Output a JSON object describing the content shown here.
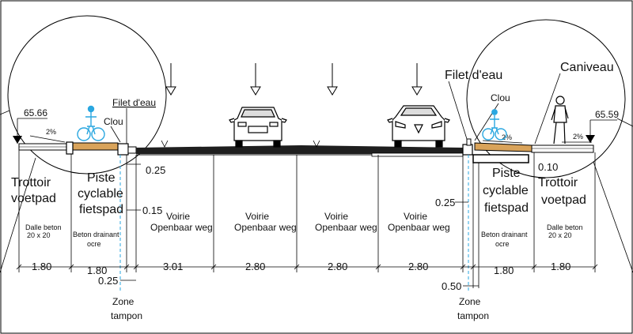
{
  "labels": {
    "elev_left": "65.66",
    "elev_right": "65.59",
    "slope_left_sidewalk": "2%",
    "slope_right_bike": "2%",
    "slope_right_sidewalk": "2%",
    "filet_eau_left": "Filet d'eau",
    "filet_eau_right": "Filet d'eau",
    "clou_left": "Clou",
    "clou_right": "Clou",
    "caniveau": "Caniveau",
    "trottoir_left_1": "Trottoir",
    "trottoir_left_2": "voetpad",
    "piste_left_1": "Piste",
    "piste_left_2": "cyclable",
    "piste_left_3": "fietspad",
    "piste_right_1": "Piste",
    "piste_right_2": "cyclable",
    "piste_right_3": "fietspad",
    "trottoir_right_1": "Trottoir",
    "trottoir_right_2": "voetpad",
    "dalle_left_1": "Dalle beton",
    "dalle_left_2": "20 x  20",
    "dalle_right_1": "Dalle beton",
    "dalle_right_2": "20 x  20",
    "beton_left_1": "Beton drainant",
    "beton_left_2": "ocre",
    "beton_right_1": "Beton drainant",
    "beton_right_2": "ocre",
    "voirie_1a": "Voirie",
    "voirie_1b": "Openbaar weg",
    "voirie_2a": "Voirie",
    "voirie_2b": "Openbaar weg",
    "voirie_3a": "Voirie",
    "voirie_3b": "Openbaar weg",
    "voirie_4a": "Voirie",
    "voirie_4b": "Openbaar weg",
    "zone_left_1": "Zone",
    "zone_left_2": "tampon",
    "zone_right_1": "Zone",
    "zone_right_2": "tampon"
  },
  "dimensions": {
    "d_025_top": "0.25",
    "d_015": "0.15",
    "d_025_right": "0.25",
    "d_010": "0.10",
    "d_180_a": "1.80",
    "d_180_b": "1.80",
    "d_301": "3.01",
    "d_280_a": "2.80",
    "d_280_b": "2.80",
    "d_280_c": "2.80",
    "d_180_c": "1.80",
    "d_180_d": "1.80",
    "d_025_bottom": "0.25",
    "d_050": "0.50"
  },
  "colors": {
    "asphalt": "#1f1f1f",
    "bike_path": "#d9a35a",
    "cyclist": "#2aa7e0",
    "zone_line": "#2aa7e0"
  }
}
